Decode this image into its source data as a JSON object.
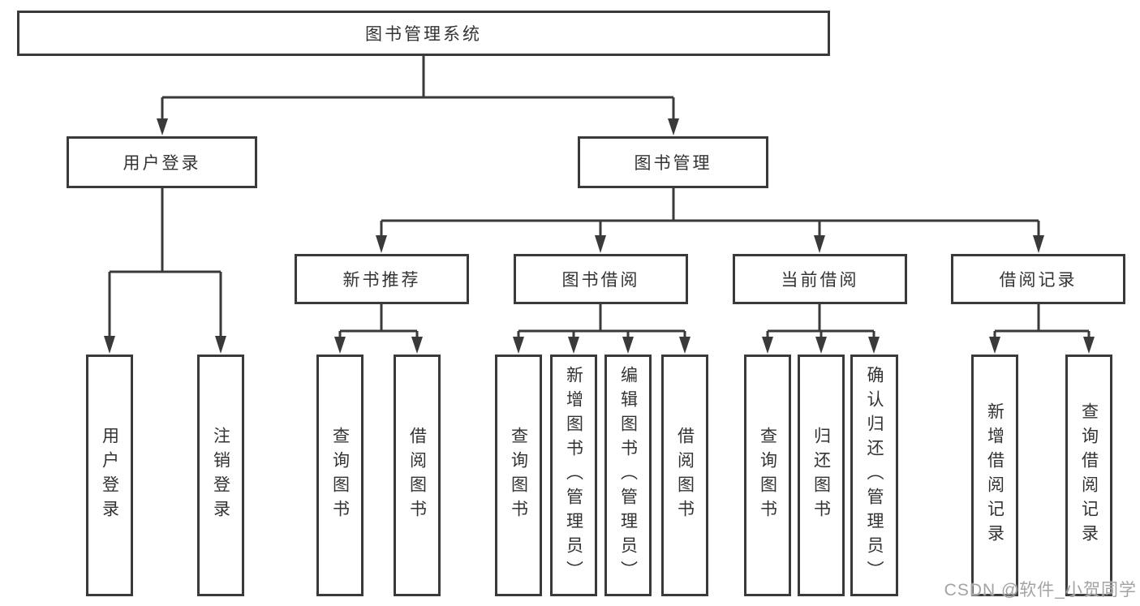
{
  "diagram": {
    "title": "图书管理系统",
    "tree": {
      "label": "图书管理系统",
      "children": [
        {
          "label": "用户登录",
          "children": [
            {
              "label": "用户登录"
            },
            {
              "label": "注销登录"
            }
          ]
        },
        {
          "label": "图书管理",
          "children": [
            {
              "label": "新书推荐",
              "children": [
                {
                  "label": "查询图书"
                },
                {
                  "label": "借阅图书"
                }
              ]
            },
            {
              "label": "图书借阅",
              "children": [
                {
                  "label": "查询图书"
                },
                {
                  "label": "新增图书（管理员）"
                },
                {
                  "label": "编辑图书（管理员）"
                },
                {
                  "label": "借阅图书"
                }
              ]
            },
            {
              "label": "当前借阅",
              "children": [
                {
                  "label": "查询图书"
                },
                {
                  "label": "归还图书"
                },
                {
                  "label": "确认归还（管理员）"
                }
              ]
            },
            {
              "label": "借阅记录",
              "children": [
                {
                  "label": "新增借阅记录"
                },
                {
                  "label": "查询借阅记录"
                }
              ]
            }
          ]
        }
      ]
    },
    "colors": {
      "line": "#3a3a3a",
      "text": "#333333",
      "background": "#ffffff"
    }
  },
  "watermark": {
    "text": "CSDN @软件_小贺同学",
    "color": "#a3a3a3"
  }
}
